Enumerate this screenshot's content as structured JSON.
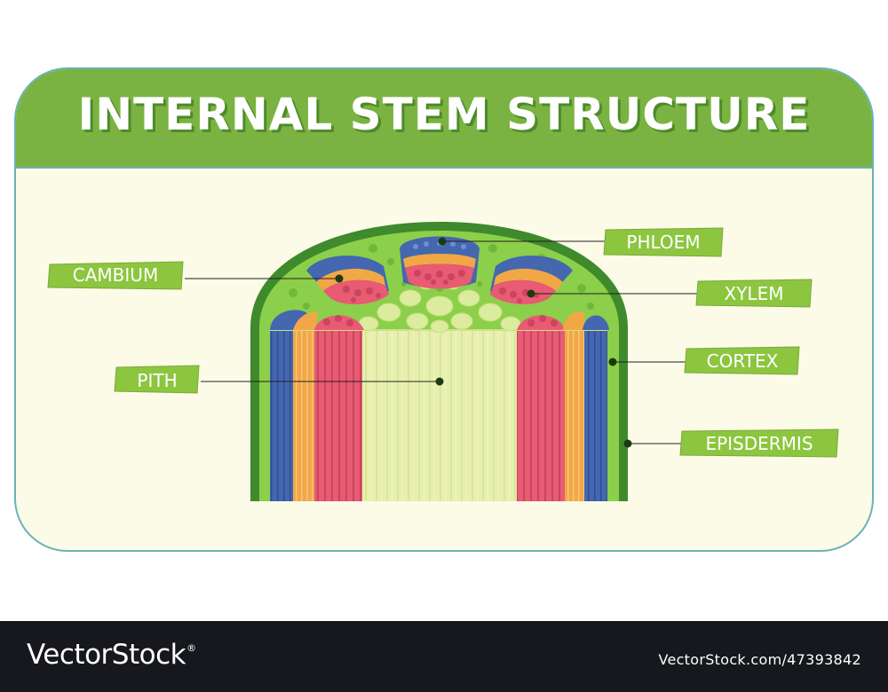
{
  "title": "INTERNAL STEM STRUCTURE",
  "labels": {
    "cambium": "CAMBIUM",
    "pith": "PITH",
    "phloem": "PHLOEM",
    "xylem": "XYLEM",
    "cortex": "CORTEX",
    "epidermis": "EPISDERMIS"
  },
  "footer": {
    "brand": "VectorStock",
    "brand_mark": "®",
    "asset_id": "VectorStock.com/47393842"
  },
  "colors": {
    "header_green": "#7ab341",
    "label_green": "#8cc63f",
    "epidermis_green": "#3f8a2c",
    "cortex_green": "#8ccf4a",
    "phloem_blue": "#4467b0",
    "cambium_orange": "#f2a747",
    "xylem_red": "#e85b72",
    "pith_cream": "#e7efae",
    "card_border": "#6bb2b4",
    "footer_bg": "#16181d"
  }
}
